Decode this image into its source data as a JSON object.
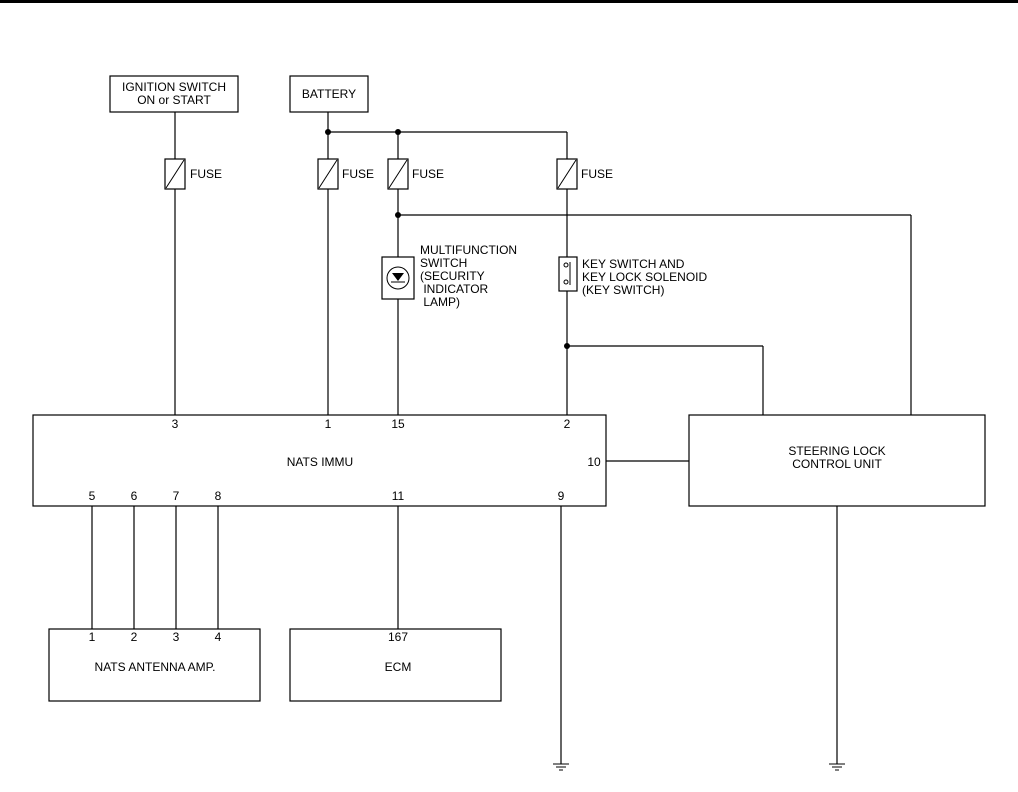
{
  "components": {
    "ignition_switch": [
      "IGNITION SWITCH",
      "ON or START"
    ],
    "battery": "BATTERY",
    "fuse_label": "FUSE",
    "multifunction_switch": [
      "MULTIFUNCTION",
      "SWITCH",
      "(SECURITY",
      " INDICATOR",
      " LAMP)"
    ],
    "key_switch": [
      "KEY SWITCH AND",
      "KEY LOCK SOLENOID",
      "(KEY SWITCH)"
    ],
    "nats_immu": "NATS IMMU",
    "steering_lock": [
      "STEERING LOCK",
      "CONTROL UNIT"
    ],
    "nats_antenna_amp": "NATS ANTENNA AMP.",
    "ecm": "ECM"
  },
  "pins": {
    "immu_top": [
      "3",
      "1",
      "15",
      "2"
    ],
    "immu_bottom": [
      "5",
      "6",
      "7",
      "8",
      "11",
      "9"
    ],
    "immu_right": "10",
    "antenna": [
      "1",
      "2",
      "3",
      "4"
    ],
    "ecm": "167"
  }
}
